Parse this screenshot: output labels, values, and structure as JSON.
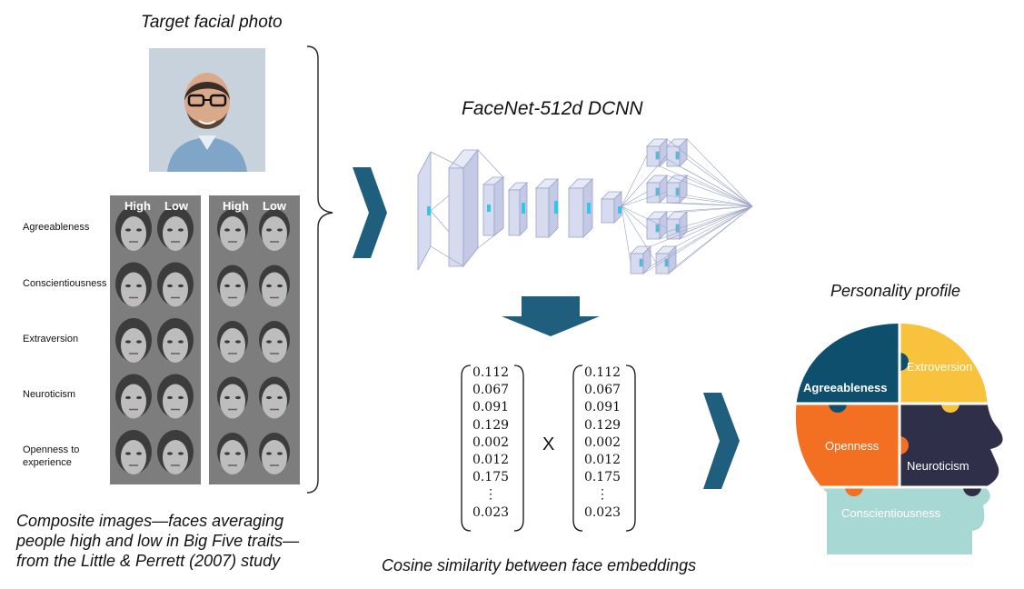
{
  "labels": {
    "target_photo": "Target facial photo",
    "network": "FaceNet-512d DCNN",
    "profile": "Personality profile",
    "cosine": "Cosine similarity between face embeddings",
    "caption_lines": [
      "Composite images—faces averaging",
      "people high and low in Big Five traits—",
      "from the Little & Perrett (2007) study"
    ]
  },
  "composite": {
    "headers": [
      "High",
      "Low",
      "High",
      "Low"
    ],
    "traits": [
      "Agreeableness",
      "Conscientiousness",
      "Extraversion",
      "Neuroticism",
      "Openness to experience"
    ]
  },
  "vector": {
    "values": [
      "0.112",
      "0.067",
      "0.091",
      "0.129",
      "0.002",
      "0.012",
      "0.175",
      "⋮",
      "0.023"
    ],
    "operator": "X"
  },
  "profile_pieces": {
    "agreeableness": "Agreeableness",
    "extroversion": "Extroversion",
    "openness": "Openness",
    "neuroticism": "Neuroticism",
    "conscientiousness": "Conscientiousness"
  },
  "colors": {
    "arrow": "#1f5f7d",
    "agreeableness": "#0e4f6e",
    "extroversion": "#f9c23c",
    "openness": "#f36f21",
    "neuroticism": "#2f2f4a",
    "conscientiousness": "#a7d8d4",
    "layer": "#d6dbf0",
    "kernel": "#33c6e6"
  }
}
